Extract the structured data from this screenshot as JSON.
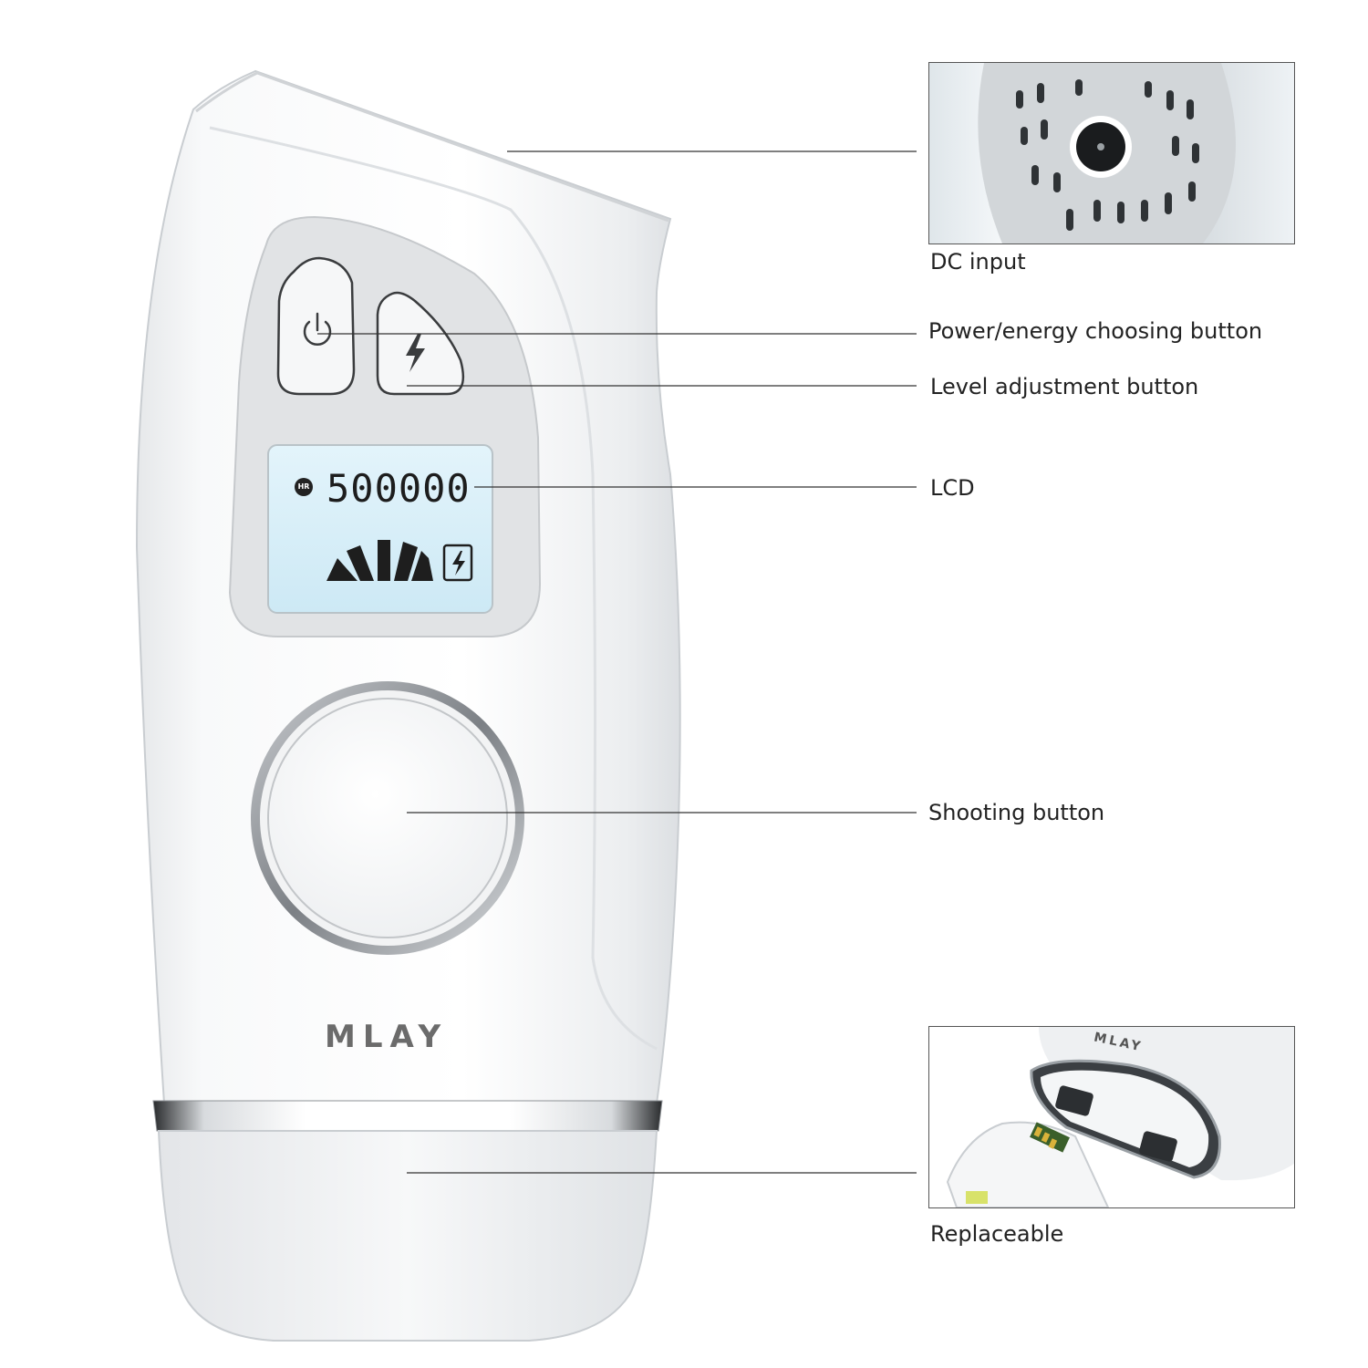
{
  "callouts": {
    "dc_input": "DC input",
    "power_button": "Power/energy choosing button",
    "level_button": "Level adjustment button",
    "lcd": "LCD",
    "shooting_button": "Shooting button",
    "replaceable": "Replaceable"
  },
  "device": {
    "brand": "MLAY",
    "lcd_badge": "HR",
    "lcd_count": "500000"
  },
  "colors": {
    "body": "#f4f5f6",
    "panel": "#e1e3e5",
    "lcd_screen": "#d6eef8",
    "chrome": "#8e9296",
    "leader_line": "#333333"
  },
  "icons": [
    "power-icon",
    "lightning-icon",
    "energy-level-icon",
    "battery-flash-icon"
  ]
}
